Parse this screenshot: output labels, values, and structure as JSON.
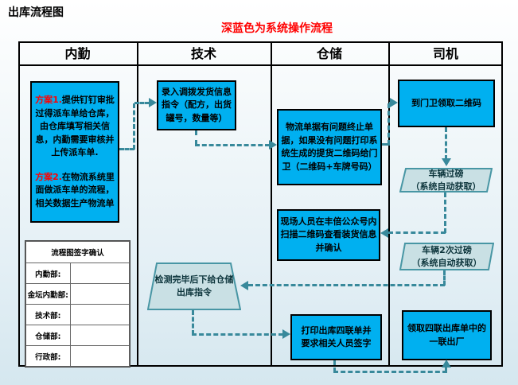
{
  "page": {
    "title": "出库流程图",
    "subtitle": "深蓝色为系统操作流程"
  },
  "lanes": [
    {
      "label": "内勤"
    },
    {
      "label": "技术"
    },
    {
      "label": "仓储"
    },
    {
      "label": "司机"
    }
  ],
  "nodes": {
    "plan": {
      "label1": "方案1.",
      "text1": "提供钉钉审批过得派车单给仓库，由仓库填写相关信息，内勤需要审核并上传派车单.",
      "label2": "方案2.",
      "text2": "在物流系统里面做派车单的流程，相关数据生产物流单"
    },
    "entry": {
      "text": "录入调拨发货信息指令（配方，出货罐号，数量等）"
    },
    "logistics": {
      "text": "物流单据有问题终止单据，如果没有问题打印系统生成的提货二维码给门卫（二维码+车牌号码）"
    },
    "scan": {
      "text": "现场人员在丰倍公众号内扫描二维码查看装货信息并确认"
    },
    "inspect": {
      "text": "检测完毕后下给仓储出库指令"
    },
    "print": {
      "text": "打印出库四联单并要求相关人员签字"
    },
    "gate": {
      "text": "到门卫领取二维码"
    },
    "weigh1": {
      "line1": "车辆过磅",
      "line2": "（系统自动获取）"
    },
    "weigh2": {
      "line1": "车辆2次过磅",
      "line2": "（系统自动获取）"
    },
    "exit": {
      "text": "领取四联出库单中的一联出厂"
    }
  },
  "signature": {
    "title": "流程图签字确认",
    "rows": [
      {
        "label": "内勤部:",
        "value": ""
      },
      {
        "label": "金坛内勤部:",
        "value": ""
      },
      {
        "label": "技术部:",
        "value": ""
      },
      {
        "label": "仓储部:",
        "value": ""
      },
      {
        "label": "行政部:",
        "value": ""
      }
    ]
  },
  "colors": {
    "node_blue": "#00b0f0",
    "shape_teal_fill": "#c9e0e4",
    "shape_teal_border": "#4896a4",
    "connector": "#38899b",
    "subtitle_red": "#ff0000"
  }
}
